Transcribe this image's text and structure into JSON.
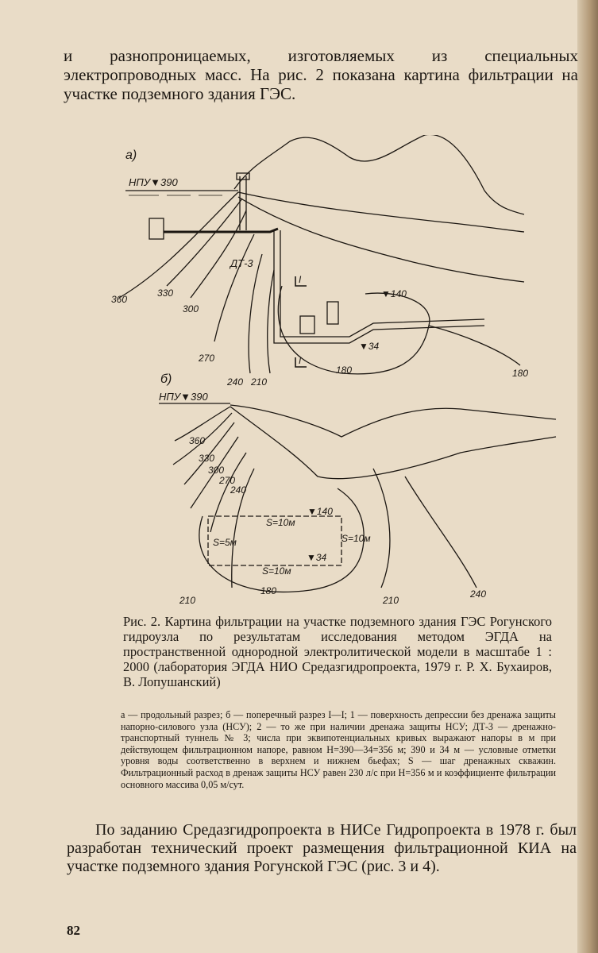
{
  "top_paragraph": "и разнопроницаемых, изготовляемых из специальных электропроводных масс. На рис. 2 показана картина фильтрации на участке подземного здания ГЭС.",
  "figure": {
    "panel_a": {
      "label": "а)",
      "npu": "НПУ▼390",
      "tunnel": "ДТ-3",
      "section_mark": "I",
      "levels": [
        "360",
        "330",
        "300",
        "270",
        "240",
        "210",
        "180",
        "180"
      ],
      "marks": [
        "▼140",
        "▼34"
      ]
    },
    "panel_b": {
      "label": "б)",
      "npu": "НПУ▼390",
      "levels": [
        "360",
        "330",
        "300",
        "270",
        "240",
        "210",
        "180",
        "210",
        "240"
      ],
      "marks": [
        "▼140",
        "▼34"
      ],
      "spacings": [
        "S=10м",
        "S=5м",
        "S=10м",
        "S=10м"
      ]
    }
  },
  "caption": "Рис. 2. Картина фильтрации на участке подземного здания ГЭС Рогунского гидроузла по результатам исследования методом ЭГДА на пространственной однородной электролитической модели в масштабе 1 : 2000 (лаборатория ЭГДА НИО Средазгидропроекта, 1979 г. Р. Х. Бухаиров, В. Лопушанский)",
  "legend": "а — продольный разрез; б — поперечный разрез I—I; 1 — поверхность депрессии без дренажа защиты напорно-силового узла (НСУ); 2 — то же при наличии дренажа защиты НСУ; ДТ-3 — дренажно-транспортный туннель № 3; числа при эквипотенциальных кривых выражают напоры в м при действующем фильтрационном напоре, равном H=390—34=356 м; 390 и 34 м — условные отметки уровня воды соответственно в верхнем и нижнем бьефах; S — шаг дренажных скважин. Фильтрационный расход в дренаж защиты НСУ равен 230 л/с при H=356 м и коэффициенте фильтрации основного массива 0,05 м/сут.",
  "bottom_paragraph": "По заданию Средазгидропроекта в НИСе Гидропроекта в 1978 г. был разработан технический проект размещения фильтрационной КИА на участке подземного здания Рогунской ГЭС (рис. 3 и 4).",
  "page_number": "82"
}
